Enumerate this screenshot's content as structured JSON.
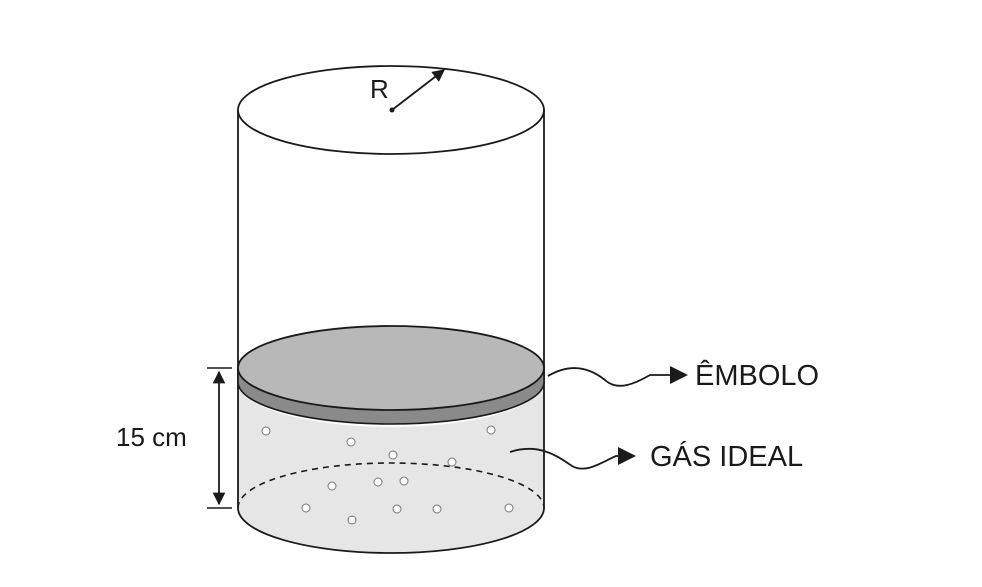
{
  "diagram": {
    "radius_label": "R",
    "height_label": "15 cm",
    "piston_label": "ÊMBOLO",
    "gas_label": "GÁS IDEAL"
  },
  "colors": {
    "line": "#1a1a1a",
    "piston_top": "#b8b8b8",
    "piston_edge": "#8a8a8a",
    "gas": "#e6e6e6",
    "particle": "#ffffff"
  }
}
